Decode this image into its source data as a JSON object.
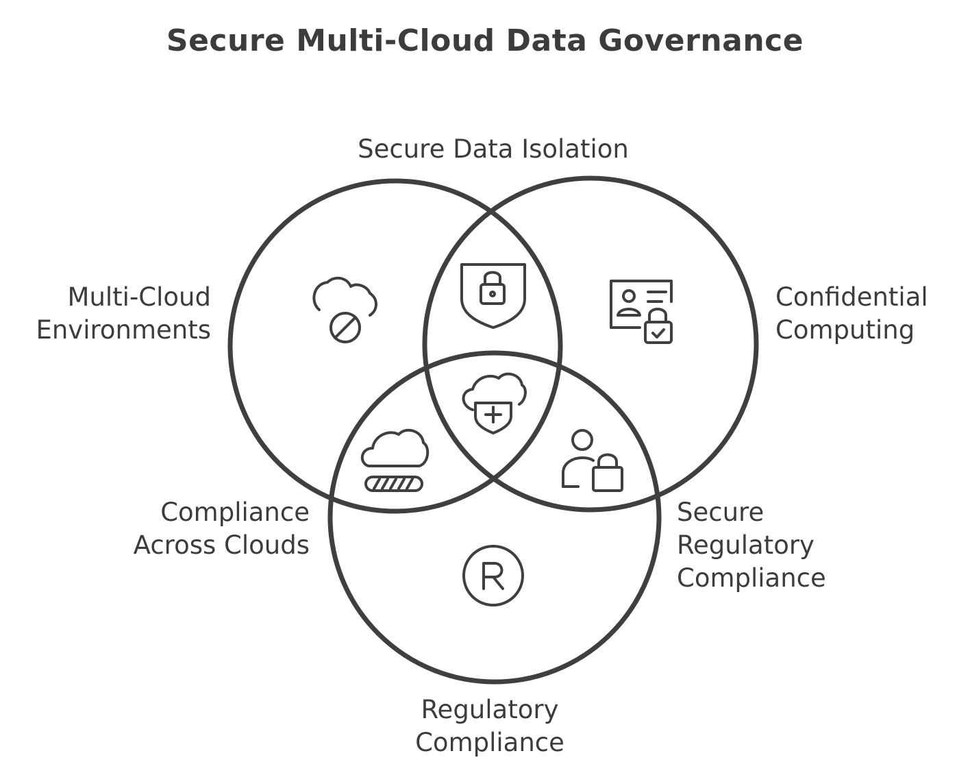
{
  "diagram": {
    "title": "Secure Multi-Cloud Data Governance",
    "sets": {
      "multi_cloud": {
        "line1": "Multi-Cloud",
        "line2": "Environments",
        "icon": "cloud-blocked-icon"
      },
      "confidential": {
        "line1": "Confidential",
        "line2": "Computing",
        "icon": "id-card-lock-icon"
      },
      "regulatory": {
        "line1": "Regulatory",
        "line2": "Compliance",
        "icon": "registered-mark-icon"
      }
    },
    "intersections": {
      "secure_isolation": {
        "label": "Secure Data Isolation",
        "icon": "shield-lock-icon"
      },
      "compliance_clouds": {
        "line1": "Compliance",
        "line2": "Across Clouds",
        "icon": "cloud-progress-icon"
      },
      "secure_regulatory": {
        "line1": "Secure",
        "line2": "Regulatory",
        "line3": "Compliance",
        "icon": "user-lock-icon"
      },
      "center": {
        "icon": "cloud-shield-icon"
      }
    },
    "colors": {
      "stroke": "#3f3f3f",
      "background": "#ffffff"
    }
  }
}
